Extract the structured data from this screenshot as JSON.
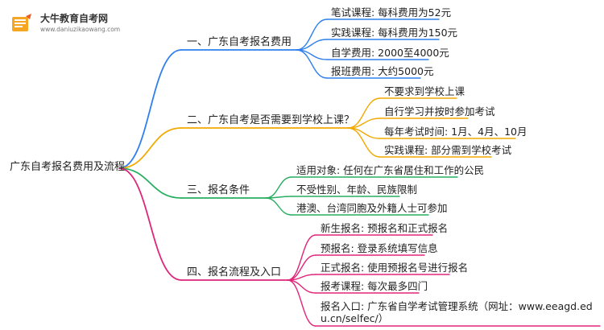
{
  "logo": {
    "title": "大牛教育自考网",
    "url": "www.daniuzikaowang.com",
    "colors": {
      "book": "#f5a623",
      "pen": "#e85d2a"
    }
  },
  "root": {
    "label": "广东自考报名费用及流程"
  },
  "branches": [
    {
      "label": "一、广东自考报名费用",
      "color": "#2f80ed",
      "leaves": [
        "笔试课程: 每科费用为52元",
        "实践课程: 每科费用为150元",
        "自学费用: 2000至4000元",
        "报班费用: 大约5000元"
      ]
    },
    {
      "label": "二、广东自考是否需要到学校上课？",
      "color": "#f2a900",
      "leaves": [
        "不要求到学校上课",
        "自行学习并按时参加考试",
        "每年考试时间: 1月、4月、10月",
        "实践课程: 部分需到学校考试"
      ]
    },
    {
      "label": "三、报名条件",
      "color": "#27ae60",
      "leaves": [
        "适用对象: 任何在广东省居住和工作的公民",
        "不受性别、年龄、民族限制",
        "港澳、台湾同胞及外籍人士可参加"
      ]
    },
    {
      "label": "四、报名流程及入口",
      "color": "#e0267a",
      "leaves": [
        "新生报名: 预报名和正式报名",
        "预报名: 登录系统填写信息",
        "正式报名: 使用预报名号进行报名",
        "报考课程: 每次最多四门",
        "报名入口: 广东省自学考试管理系统（网址：www.eeagd.edu.cn/selfec/）"
      ]
    }
  ]
}
